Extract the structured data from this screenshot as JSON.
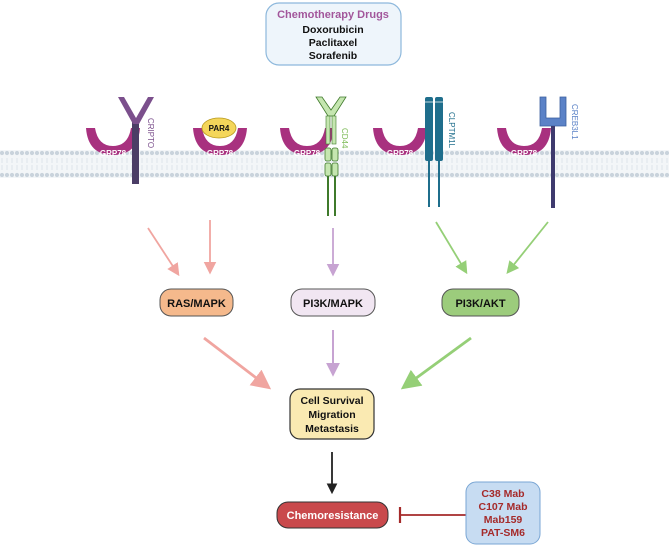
{
  "drugs_box": {
    "title": "Chemotherapy Drugs",
    "items": [
      "Doxorubicin",
      "Paclitaxel",
      "Sorafenib"
    ]
  },
  "receptors": {
    "grp78": "GRP78",
    "cripto": "CRIPTO",
    "par4": "PAR4",
    "cd44": "CD44",
    "clptm1l": "CLPTM1L",
    "creb3l1": "CREB3L1"
  },
  "pathways": {
    "ras_mapk": "RAS/MAPK",
    "pi3k_mapk": "PI3K/MAPK",
    "pi3k_akt": "PI3K/AKT"
  },
  "outcome": {
    "lines": [
      "Cell Survival",
      "Migration",
      "Metastasis"
    ]
  },
  "chemoresistance": "Chemoresistance",
  "antibodies": [
    "C38 Mab",
    "C107 Mab",
    "Mab159",
    "PAT-SM6"
  ],
  "colors": {
    "grp78": "#a8317f",
    "cripto": "#7b4f8c",
    "cd44_fill": "#c5e6b0",
    "cd44_stroke": "#3f7a2b",
    "clptm1l": "#1f6e8c",
    "creb3l1": "#5b82c7",
    "ras_mapk": "#f5b98c",
    "pi3k_mapk": "#f1e6f2",
    "pi3k_akt": "#9ccc7c",
    "outcome": "#faeab2",
    "chemoresistance": "#c9494c",
    "antibody_box": "#c7dcf2",
    "antibody_text": "#a52a2a",
    "drugs_title": "#a2569b"
  }
}
